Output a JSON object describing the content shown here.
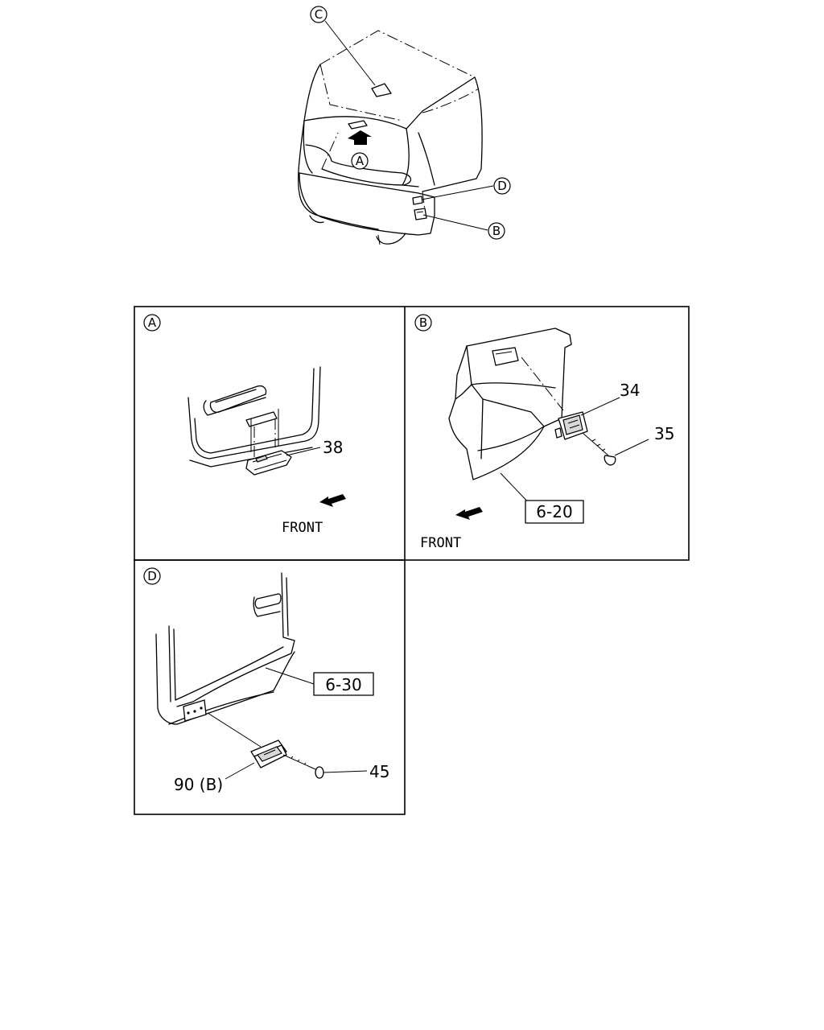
{
  "overview": {
    "callouts": [
      "C",
      "A",
      "D",
      "B"
    ]
  },
  "panels": {
    "A": {
      "label": "A",
      "part": "38",
      "direction": "FRONT"
    },
    "B": {
      "label": "B",
      "parts": [
        "34",
        "35"
      ],
      "ref": "6-20",
      "direction": "FRONT"
    },
    "D": {
      "label": "D",
      "parts": [
        "90 (B)",
        "45"
      ],
      "ref": "6-30"
    }
  }
}
